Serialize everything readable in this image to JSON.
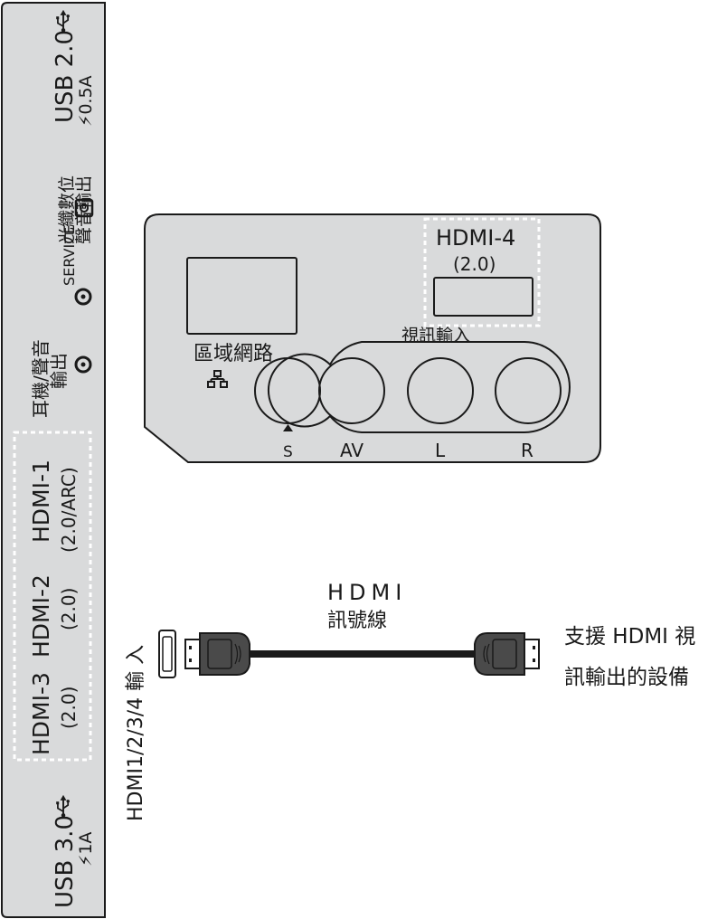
{
  "side_panel": {
    "usb20": {
      "label": "USB 2.0",
      "rating": "0.5A"
    },
    "optical": {
      "line1": "光纖數位",
      "line2": "聲音輸出"
    },
    "service": {
      "label": "SERVICE"
    },
    "headphone": {
      "line1": "耳機/聲音",
      "line2": "輸出"
    },
    "hdmi1": {
      "label": "HDMI-1",
      "spec": "(2.0/ARC)"
    },
    "hdmi2": {
      "label": "HDMI-2",
      "spec": "(2.0)"
    },
    "hdmi3": {
      "label": "HDMI-3",
      "spec": "(2.0)"
    },
    "usb30": {
      "label": "USB 3.0",
      "rating": "1A"
    }
  },
  "rear_panel": {
    "hdmi4": {
      "label": "HDMI-4",
      "spec": "(2.0)"
    },
    "lan_label": "區域網路",
    "video_in_label": "視訊輸入",
    "jacks": {
      "s": "S",
      "av": "AV",
      "l": "L",
      "r": "R"
    }
  },
  "connection": {
    "tv_input_label": "HDMI1/2/3/4 輸 入",
    "cable_label_line1": "HDMI",
    "cable_label_line2": "訊號線",
    "device_label_line1": "支援 HDMI 視",
    "device_label_line2": "訊輸出的設備"
  }
}
